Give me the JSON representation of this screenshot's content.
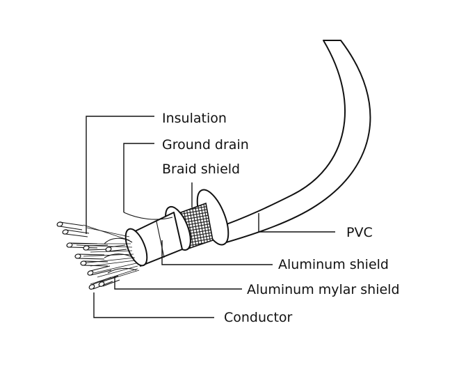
{
  "labels": {
    "insulation": "Insulation",
    "ground_drain": "Ground drain",
    "braid_shield": "Braid shield",
    "pvc": "PVC",
    "aluminum_shield": "Aluminum shield",
    "aluminum_mylar_shield": "Aluminum mylar shield",
    "conductor": "Conductor"
  },
  "colors": {
    "line": "#111111",
    "background": "#ffffff"
  }
}
